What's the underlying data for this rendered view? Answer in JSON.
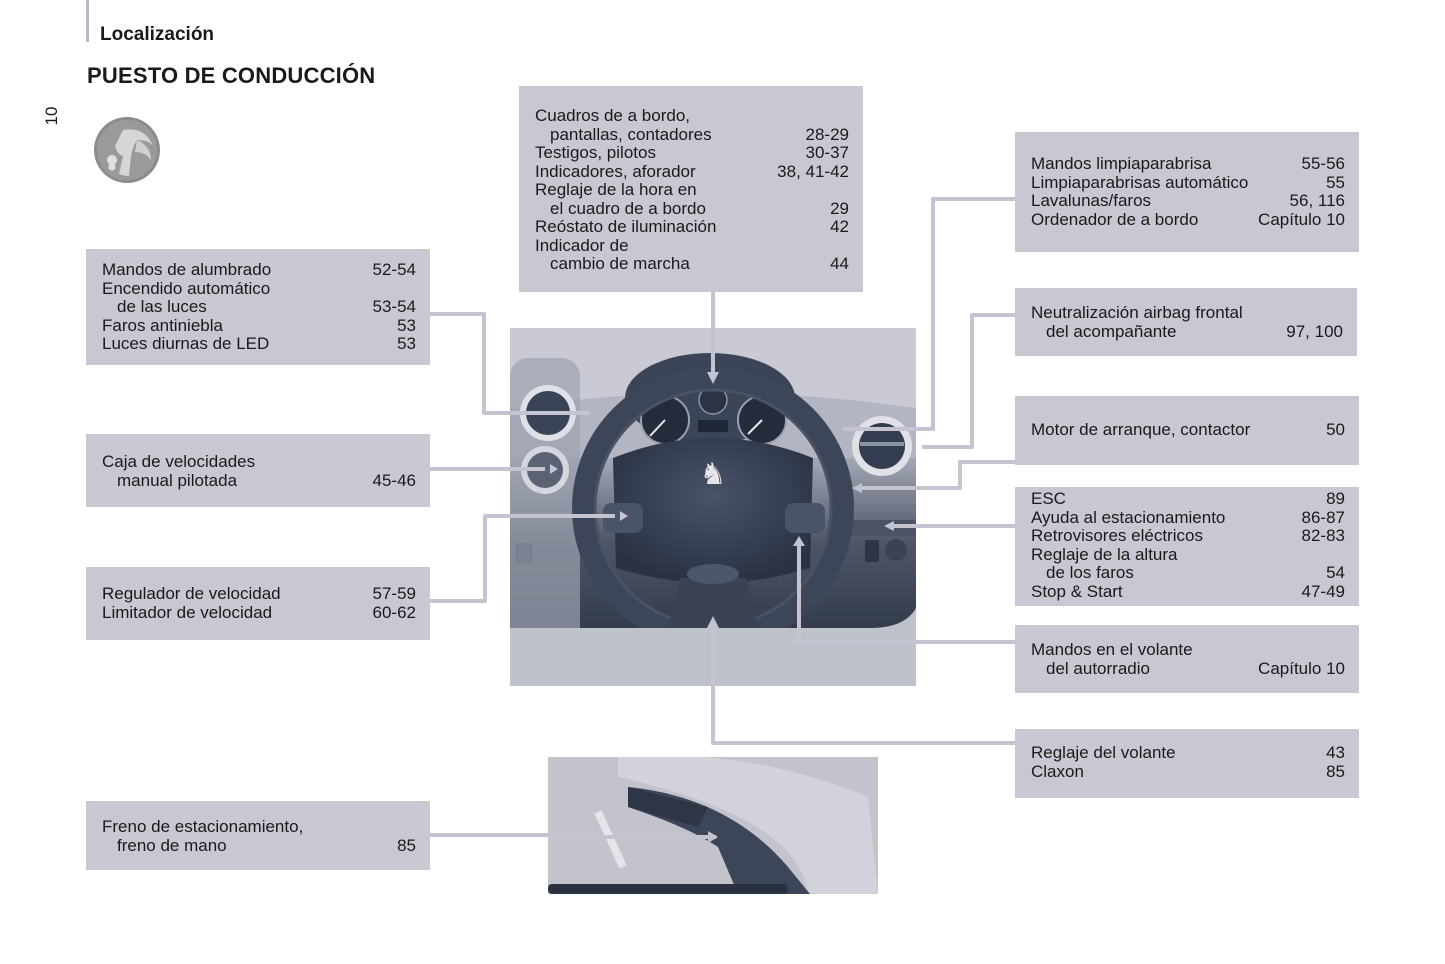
{
  "header": {
    "section": "Localización",
    "title": "PUESTO DE CONDUCCIÓN",
    "page_number": "10",
    "badge_icon": "driver-steering-wheel-icon"
  },
  "colors": {
    "box_bg": "#c8c8d2",
    "line": "#c4c4d0",
    "dash_dark": "#2c3446"
  },
  "callouts": {
    "instrument_panel": [
      {
        "label": "Cuadros de a bordo,",
        "page": ""
      },
      {
        "label": "pantallas, contadores",
        "page": "28-29",
        "indent": true
      },
      {
        "label": "Testigos, pilotos",
        "page": "30-37"
      },
      {
        "label": "Indicadores, aforador",
        "page": "38, 41-42"
      },
      {
        "label": "Reglaje de la hora en",
        "page": ""
      },
      {
        "label": "el cuadro de a bordo",
        "page": "29",
        "indent": true
      },
      {
        "label": "Reóstato de iluminación",
        "page": "42"
      },
      {
        "label": "Indicador de",
        "page": ""
      },
      {
        "label": "cambio de marcha",
        "page": "44",
        "indent": true
      }
    ],
    "lighting": [
      {
        "label": "Mandos de alumbrado",
        "page": "52-54"
      },
      {
        "label": "Encendido automático",
        "page": ""
      },
      {
        "label": "de las luces",
        "page": "53-54",
        "indent": true
      },
      {
        "label": "Faros antiniebla",
        "page": "53"
      },
      {
        "label": "Luces diurnas de LED",
        "page": "53"
      }
    ],
    "gearbox": [
      {
        "label": "Caja de velocidades",
        "page": ""
      },
      {
        "label": "manual pilotada",
        "page": "45-46",
        "indent": true
      }
    ],
    "speed": [
      {
        "label": "Regulador de velocidad",
        "page": "57-59"
      },
      {
        "label": "Limitador de velocidad",
        "page": "60-62"
      }
    ],
    "parking_brake": [
      {
        "label": "Freno de estacionamiento,",
        "page": ""
      },
      {
        "label": "freno de mano",
        "page": "85",
        "indent": true
      }
    ],
    "wipers": [
      {
        "label": "Mandos limpiaparabrisa",
        "page": "55-56"
      },
      {
        "label": "Limpiaparabrisas automático",
        "page": "55"
      },
      {
        "label": "Lavalunas/faros",
        "page": "56, 116"
      },
      {
        "label": "Ordenador de a bordo",
        "page": "Capítulo 10"
      }
    ],
    "airbag": [
      {
        "label": "Neutralización airbag frontal",
        "page": ""
      },
      {
        "label": "del acompañante",
        "page": "97, 100",
        "indent": true
      }
    ],
    "starter": [
      {
        "label": "Motor de arranque, contactor",
        "page": "50"
      }
    ],
    "switches": [
      {
        "label": "ESC",
        "page": "89"
      },
      {
        "label": "Ayuda al estacionamiento",
        "page": "86-87"
      },
      {
        "label": "Retrovisores eléctricos",
        "page": "82-83"
      },
      {
        "label": "Reglaje de la altura",
        "page": ""
      },
      {
        "label": "de los faros",
        "page": "54",
        "indent": true
      },
      {
        "label": "Stop & Start",
        "page": "47-49"
      }
    ],
    "audio_controls": [
      {
        "label": "Mandos en el volante",
        "page": ""
      },
      {
        "label": "del autorradio",
        "page": "Capítulo 10",
        "indent": true
      }
    ],
    "steering": [
      {
        "label": "Reglaje del volante",
        "page": "43"
      },
      {
        "label": "Claxon",
        "page": "85"
      }
    ]
  }
}
